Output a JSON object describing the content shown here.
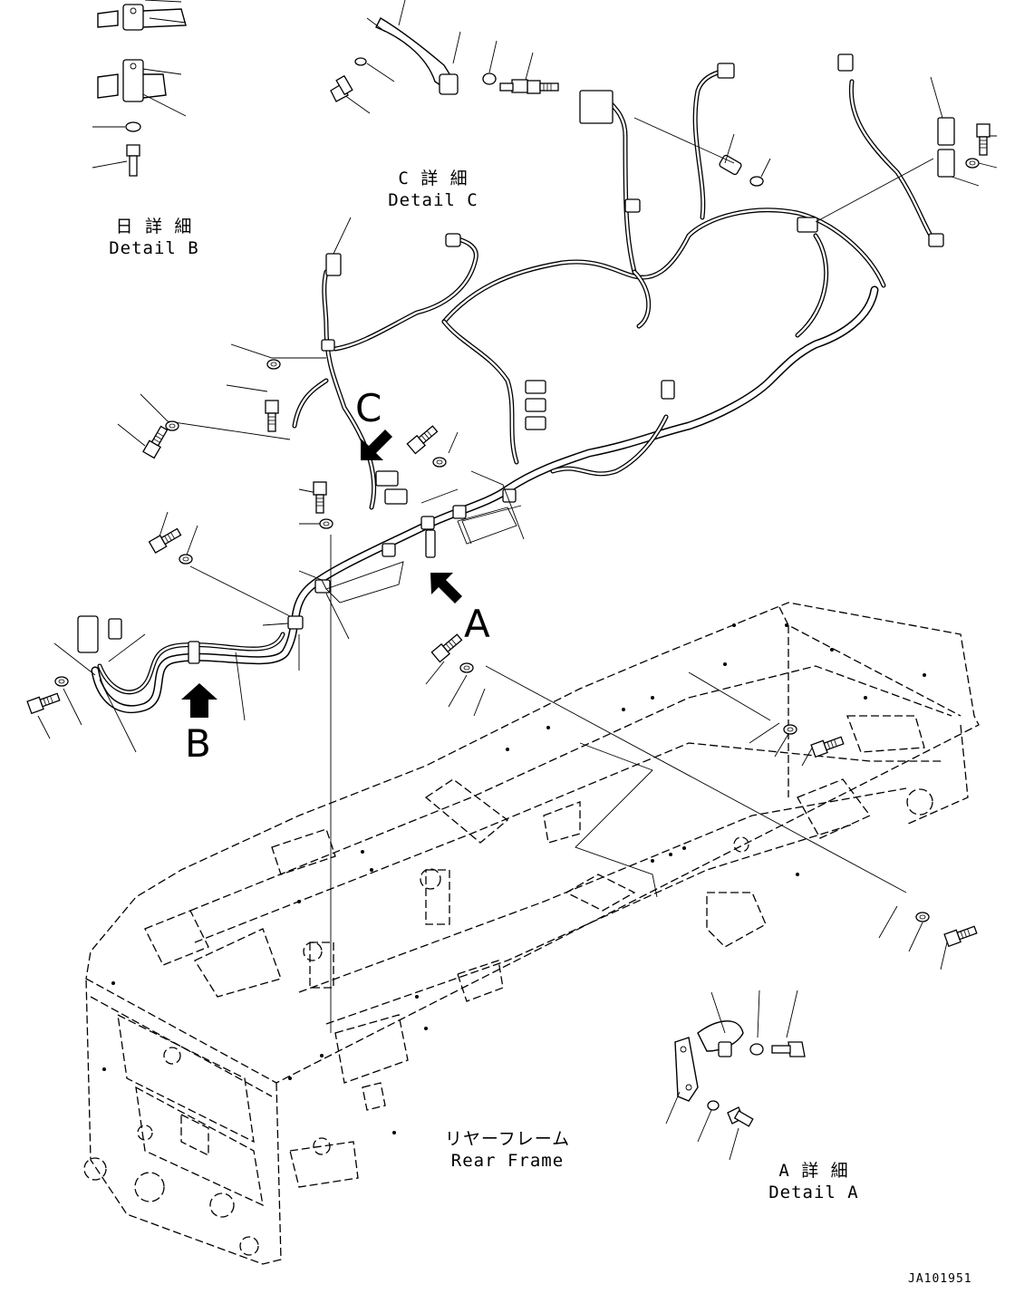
{
  "labels": {
    "detail_b_jp": "日 詳 細",
    "detail_b_en": "Detail B",
    "detail_c_jp": "C 詳 細",
    "detail_c_en": "Detail C",
    "detail_a_jp": "A 詳 細",
    "detail_a_en": "Detail A",
    "rear_frame_jp": "リヤーフレーム",
    "rear_frame_en": "Rear Frame",
    "arrow_a": "A",
    "arrow_b": "B",
    "arrow_c": "C",
    "drawing_code": "JA101951"
  },
  "colors": {
    "line": "#000000",
    "background": "#ffffff"
  },
  "icons": [
    "bolt-icon",
    "washer-icon",
    "clamp-icon",
    "connector-icon",
    "view-arrow-icon"
  ]
}
